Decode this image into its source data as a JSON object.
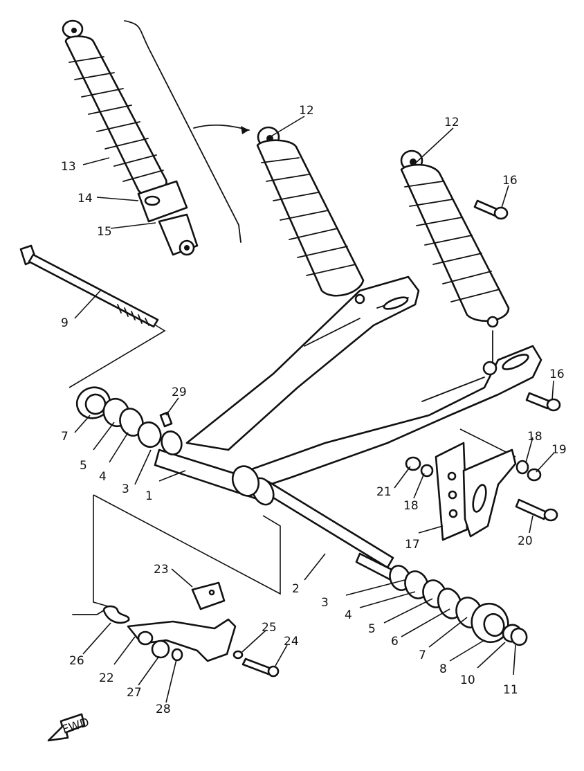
{
  "diagram": {
    "callouts": [
      "1",
      "2",
      "3",
      "4",
      "5",
      "6",
      "7",
      "8",
      "9",
      "10",
      "11",
      "12",
      "13",
      "14",
      "15",
      "16",
      "17",
      "18",
      "19",
      "20",
      "21",
      "22",
      "23",
      "24",
      "25",
      "26",
      "27",
      "28",
      "29"
    ],
    "fwd_label": "FWD"
  }
}
